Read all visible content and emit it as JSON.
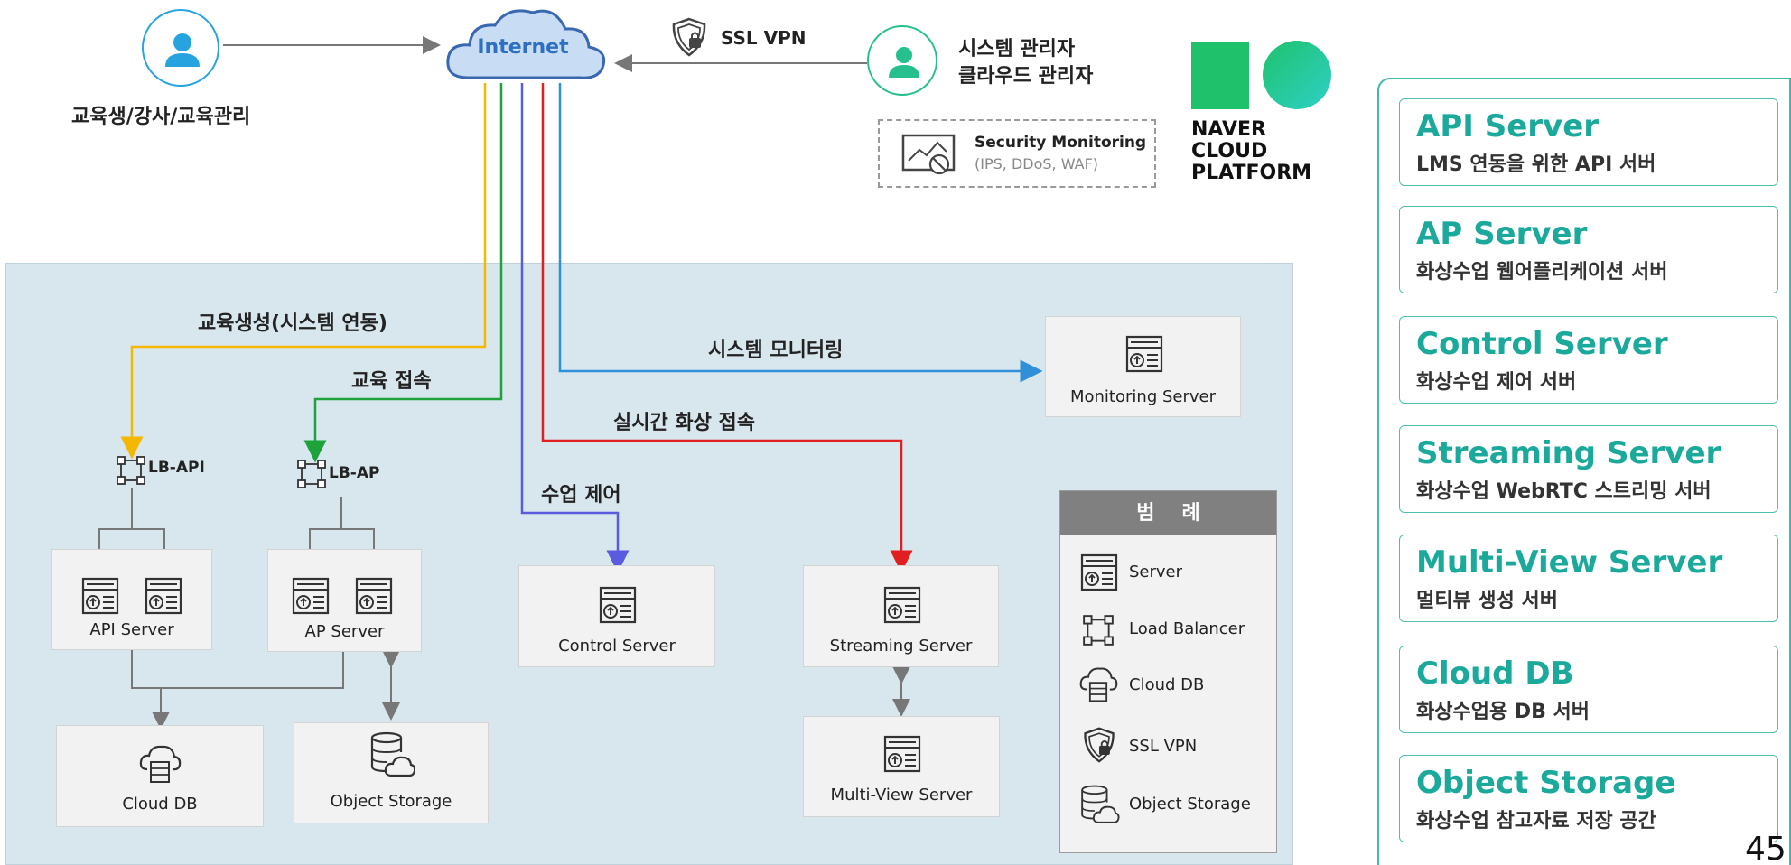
{
  "top": {
    "users_label": "교육생/강사/교육관리",
    "internet": "Internet",
    "ssl_vpn": "SSL VPN",
    "admin_line1": "시스템 관리자",
    "admin_line2": "클라우드 관리자",
    "security_title": "Security Monitoring",
    "security_sub": "(IPS, DDoS, WAF)",
    "naver_logo": [
      "NAVER",
      "CLOUD",
      "PLATFORM"
    ]
  },
  "flows": {
    "edu_create": "교육생성(시스템 연동)",
    "edu_access": "교육 접속",
    "monitoring": "시스템 모니터링",
    "realtime": "실시간 화상 접속",
    "class_control": "수업 제어"
  },
  "load_balancers": {
    "lb_api": "LB-API",
    "lb_ap": "LB-AP"
  },
  "servers": {
    "api": "API Server",
    "ap": "AP Server",
    "control": "Control Server",
    "streaming": "Streaming Server",
    "monitoring": "Monitoring Server",
    "multiview": "Multi-View Server",
    "clouddb": "Cloud DB",
    "objstorage": "Object Storage"
  },
  "legend": {
    "title": "범례",
    "items": [
      "Server",
      "Load Balancer",
      "Cloud DB",
      "SSL VPN",
      "Object Storage"
    ]
  },
  "cards": [
    {
      "title": "API Server",
      "desc": "LMS 연동을 위한 API 서버"
    },
    {
      "title": "AP Server",
      "desc": "화상수업 웹어플리케이션 서버"
    },
    {
      "title": "Control Server",
      "desc": "화상수업 제어 서버"
    },
    {
      "title": "Streaming Server",
      "desc": "화상수업 WebRTC 스트리밍 서버"
    },
    {
      "title": "Multi-View Server",
      "desc": "멀티뷰 생성 서버"
    },
    {
      "title": "Cloud DB",
      "desc": "화상수업용 DB 서버"
    },
    {
      "title": "Object Storage",
      "desc": "화상수업 참고자료 저장 공간"
    }
  ],
  "page_number": "45",
  "colors": {
    "yellow_flow": "#f5b800",
    "green_flow": "#1ea33a",
    "purple_flow": "#5b5be0",
    "red_flow": "#e02020",
    "blue_flow": "#2f8fd8",
    "accent": "#1aa99b",
    "zone": "#d8e6ee"
  }
}
